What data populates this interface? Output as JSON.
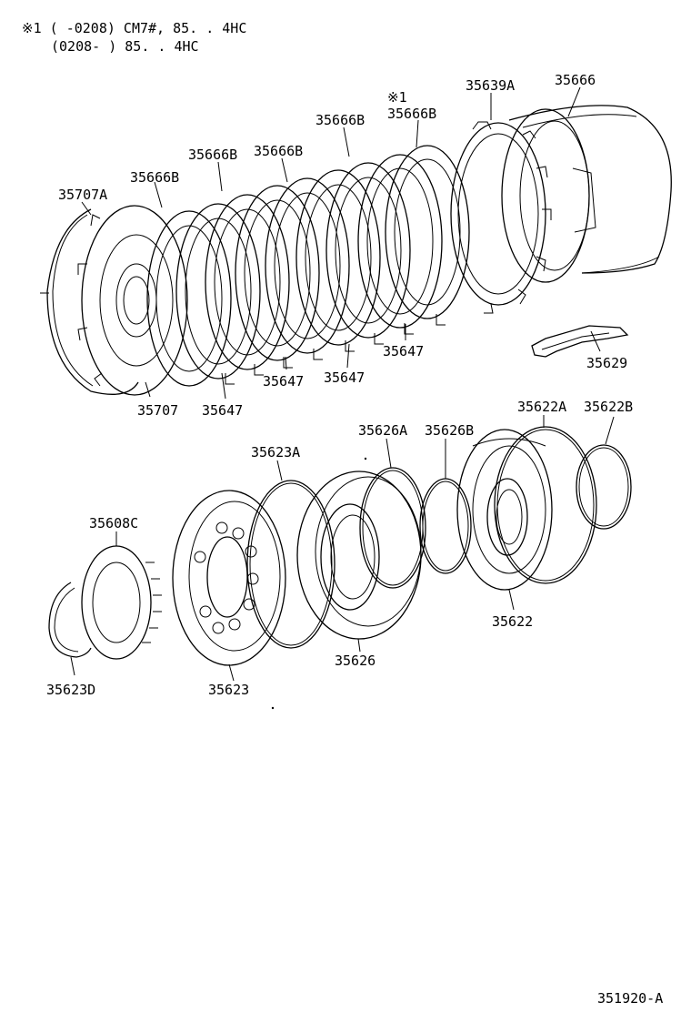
{
  "header": {
    "note_line1": "※1 (     -0208) CM7#, 85. . 4HC",
    "note_line2": "(0208-      ) 85. . 4HC"
  },
  "footer": {
    "drawing_id": "351920-A"
  },
  "labels": {
    "p35666": "35666",
    "p35639A": "35639A",
    "p35666B_note": "※1",
    "p35666B_1": "35666B",
    "p35666B_2": "35666B",
    "p35666B_3": "35666B",
    "p35666B_4": "35666B",
    "p35666B_5": "35666B",
    "p35707A": "35707A",
    "p35707": "35707",
    "p35647_1": "35647",
    "p35647_2": "35647",
    "p35647_3": "35647",
    "p35647_4": "35647",
    "p35629": "35629",
    "p35622A": "35622A",
    "p35622B": "35622B",
    "p35626A": "35626A",
    "p35626B": "35626B",
    "p35623A": "35623A",
    "p35608C": "35608C",
    "p35623D": "35623D",
    "p35623": "35623",
    "p35626": "35626",
    "p35622": "35622"
  }
}
